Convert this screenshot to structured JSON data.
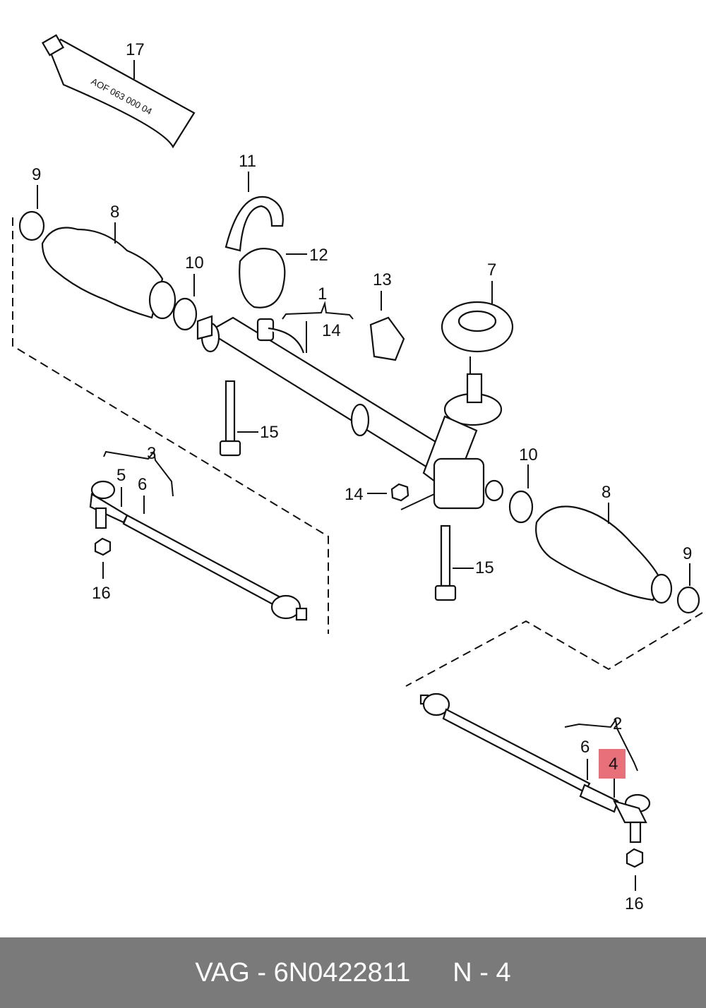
{
  "labels": {
    "l1": "1",
    "l2": "2",
    "l3": "3",
    "l4": "4",
    "l5": "5",
    "l6a": "6",
    "l6b": "6",
    "l7": "7",
    "l8a": "8",
    "l8b": "8",
    "l9a": "9",
    "l9b": "9",
    "l10a": "10",
    "l10b": "10",
    "l11": "11",
    "l12": "12",
    "l13": "13",
    "l14a": "14",
    "l14b": "14",
    "l15a": "15",
    "l15b": "15",
    "l16a": "16",
    "l16b": "16",
    "l17": "17"
  },
  "tube_text": "AOF 063 000 04",
  "highlight_color": "#e8707a",
  "footer": {
    "part_ref": "VAG - 6N0422811",
    "position_ref": "N - 4"
  }
}
